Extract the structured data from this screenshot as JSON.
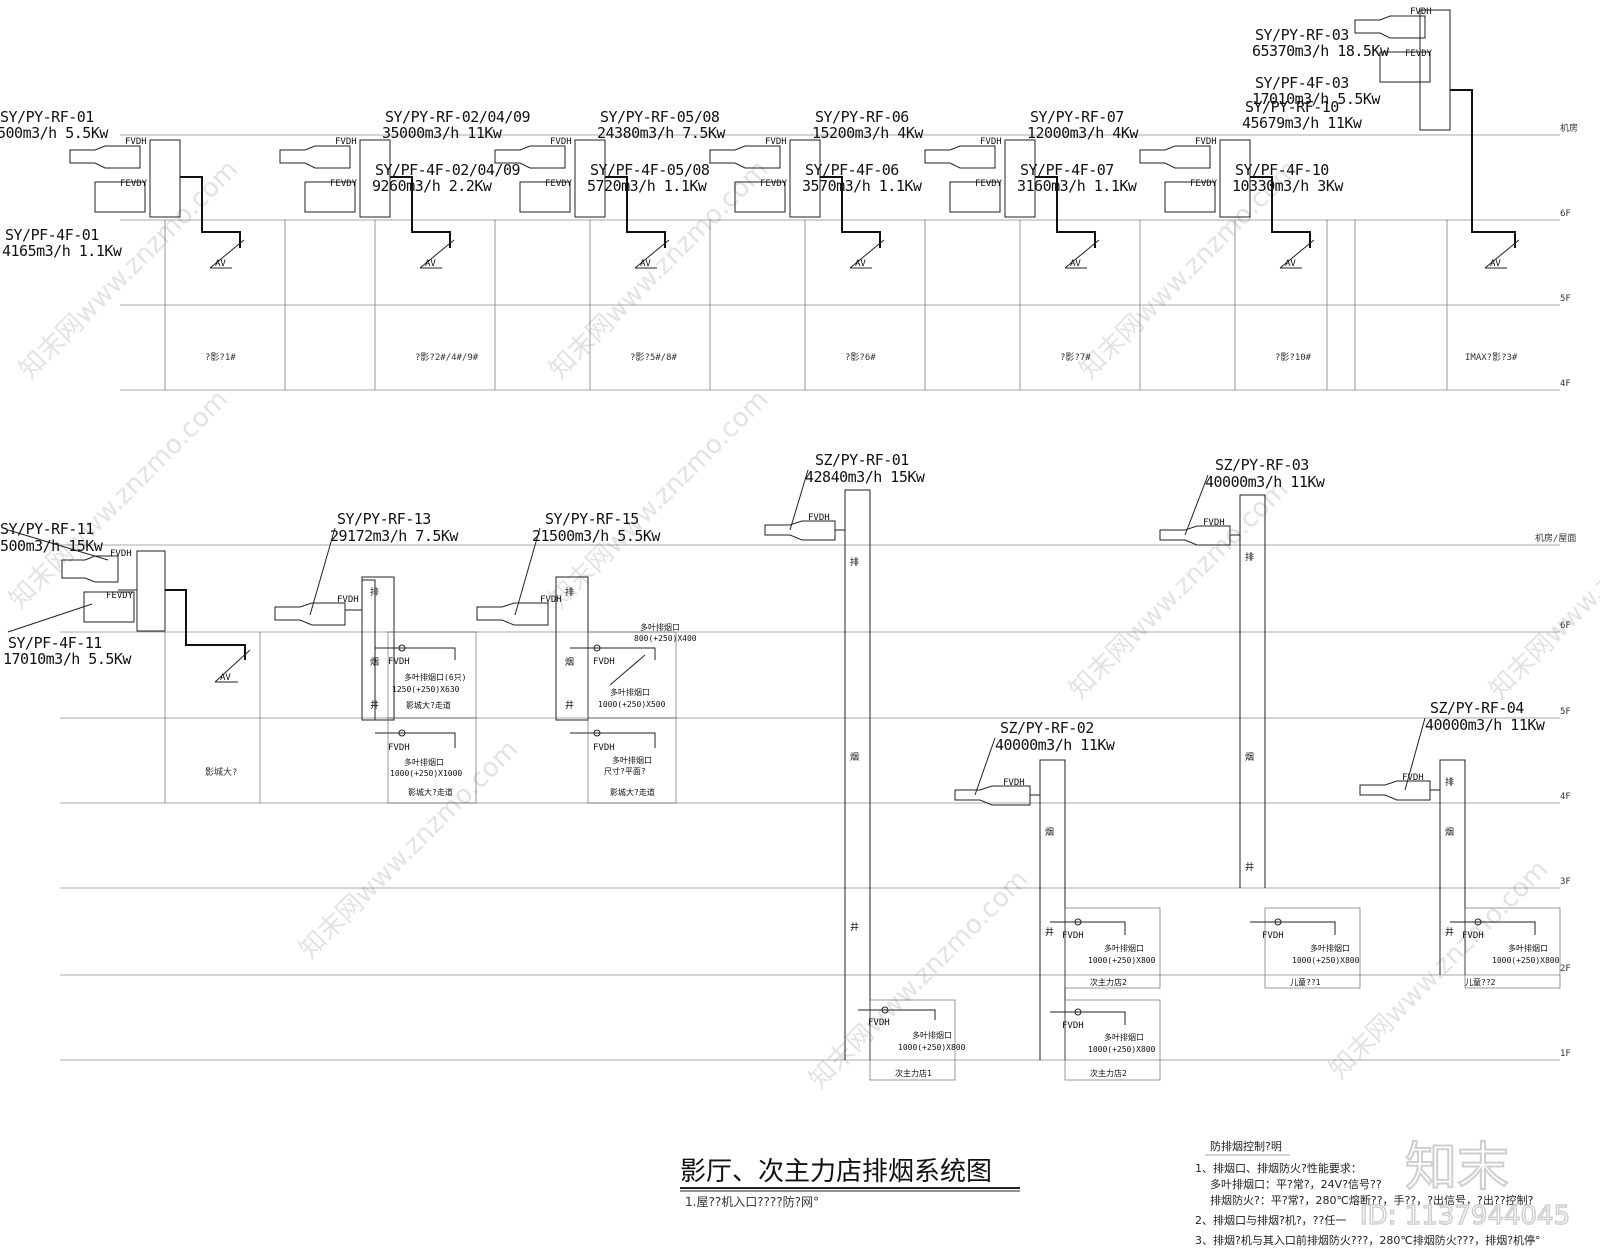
{
  "title": "影厅、次主力店排烟系统图",
  "subtitle": "1.屋??机入口????防?网°",
  "notes": {
    "heading": "防排烟控制?明",
    "lines": [
      "1、排烟口、排烟防火?性能要求：",
      "多叶排烟口：平?常?，24V?信号??",
      "排烟防火?：平?常?，280℃熔断??，手??，?出信号，?出??控制?",
      "2、排烟口与排烟?机?，??任一",
      "3、排烟?机与其入口前排烟防火???，280℃排烟防火???，排烟?机停°"
    ]
  },
  "floor_labels_top": [
    "机房",
    "6F",
    "5F",
    "4F"
  ],
  "floor_labels_bottom": [
    "机房/屋面",
    "6F",
    "5F",
    "4F",
    "3F",
    "2F",
    "1F"
  ],
  "symbols": {
    "fvdh": "FVDH",
    "fevdy": "FEVDY",
    "av": "AV",
    "shaft_a": "排",
    "shaft_b": "烟",
    "shaft_c": "井",
    "shaft_d": "?"
  },
  "top_systems": [
    {
      "py": "SY/PY-RF-01",
      "py_spec": "500m3/h 5.5Kw",
      "pf": "SY/PF-4F-01",
      "pf_spec": "4165m3/h 1.1Kw",
      "room": "?影?1#"
    },
    {
      "py": "SY/PY-RF-02/04/09",
      "py_spec": "35000m3/h 11Kw",
      "pf": "SY/PF-4F-02/04/09",
      "pf_spec": "9260m3/h 2.2Kw",
      "room": "?影?2#/4#/9#"
    },
    {
      "py": "SY/PY-RF-05/08",
      "py_spec": "24380m3/h 7.5Kw",
      "pf": "SY/PF-4F-05/08",
      "pf_spec": "5720m3/h 1.1Kw",
      "room": "?影?5#/8#"
    },
    {
      "py": "SY/PY-RF-06",
      "py_spec": "15200m3/h 4Kw",
      "pf": "SY/PF-4F-06",
      "pf_spec": "3570m3/h 1.1Kw",
      "room": "?影?6#"
    },
    {
      "py": "SY/PY-RF-07",
      "py_spec": "12000m3/h 4Kw",
      "pf": "SY/PF-4F-07",
      "pf_spec": "3160m3/h 1.1Kw",
      "room": "?影?7#"
    },
    {
      "py": "SY/PY-RF-10",
      "py_spec": "45679m3/h 11Kw",
      "pf": "SY/PF-4F-10",
      "pf_spec": "10330m3/h 3Kw",
      "room": "?影?10#"
    },
    {
      "py": "SY/PY-RF-03",
      "py_spec": "65370m3/h 18.5Kw",
      "pf": "SY/PF-4F-03",
      "pf_spec": "17010m3/h 5.5Kw",
      "room": "IMAX?影?3#"
    }
  ],
  "bottom_left": {
    "py": "SY/PY-RF-11",
    "py_spec": "500m3/h 15Kw",
    "pf": "SY/PF-4F-11",
    "pf_spec": "17010m3/h 5.5Kw",
    "room": "影城大?"
  },
  "corridor_systems": [
    {
      "py": "SY/PY-RF-13",
      "py_spec": "29172m3/h 7.5Kw",
      "upper_outlet": "多叶排烟口(6只)",
      "upper_size": "1250(+250)X630",
      "upper_room": "影城大?走道",
      "lower_outlet": "多叶排烟口",
      "lower_size": "1000(+250)X1000",
      "lower_room": "影城大?走道"
    },
    {
      "py": "SY/PY-RF-15",
      "py_spec": "21500m3/h 5.5Kw",
      "top_outlet": "多叶排烟口",
      "top_size": "800(+250)X400",
      "upper_outlet": "多叶排烟口",
      "upper_size": "1000(+250)X500",
      "lower_outlet": "多叶排烟口",
      "lower_size": "尺寸?平面?",
      "lower_room": "影城大?走道"
    }
  ],
  "anchor_systems": [
    {
      "py": "SZ/PY-RF-01",
      "py_spec": "42840m3/h 15Kw",
      "outlet": "多叶排烟口",
      "size": "1000(+250)X800",
      "room": "次主力店1"
    },
    {
      "py": "SZ/PY-RF-02",
      "py_spec": "40000m3/h 11Kw",
      "outlet": "多叶排烟口",
      "size": "1000(+250)X800",
      "room": "次主力店2",
      "outlet_b": "多叶排烟口",
      "size_b": "1000(+250)X800",
      "room_b": "次主力店2"
    },
    {
      "py": "SZ/PY-RF-03",
      "py_spec": "40000m3/h 11Kw",
      "outlet": "多叶排烟口",
      "size": "1000(+250)X800",
      "room": "儿童??1"
    },
    {
      "py": "SZ/PY-RF-04",
      "py_spec": "40000m3/h 11Kw",
      "outlet": "多叶排烟口",
      "size": "1000(+250)X800",
      "room": "儿童??2"
    }
  ],
  "watermark": {
    "text": "知末网www.znzmo.com",
    "logo": "知末",
    "id": "ID: 1137944045"
  }
}
